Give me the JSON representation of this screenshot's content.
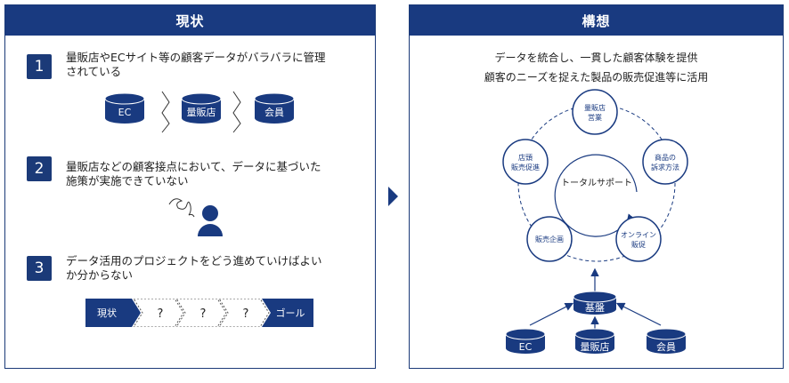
{
  "left": {
    "title": "現状",
    "items": [
      {
        "num": "1",
        "line1": "量販店やECサイト等の顧客データがバラバラに管理",
        "line2": "されている"
      },
      {
        "num": "2",
        "line1": "量販店などの顧客接点において、データに基づいた",
        "line2": "施策が実施できていない"
      },
      {
        "num": "3",
        "line1": "データ活用のプロジェクトをどう進めていけばよい",
        "line2": "か分からない"
      }
    ],
    "silos": [
      "EC",
      "量販店",
      "会員"
    ],
    "steps": [
      "現状",
      "?",
      "?",
      "?",
      "ゴール"
    ]
  },
  "right": {
    "title": "構想",
    "subtitle1": "データを統合し、一貫した顧客体験を提供",
    "subtitle2": "顧客のニーズを捉えた製品の販売促進等に活用",
    "center": "トータルサポート",
    "circles": [
      {
        "l1": "量販店",
        "l2": "営業"
      },
      {
        "l1": "商品の",
        "l2": "訴求方法"
      },
      {
        "l1": "オンライン",
        "l2": "販促"
      },
      {
        "l1": "販売企画",
        "l2": ""
      },
      {
        "l1": "店頭",
        "l2": "販売促進"
      }
    ],
    "base": "基盤",
    "sources": [
      "EC",
      "量販店",
      "会員"
    ]
  },
  "colors": {
    "navy": "#193a80",
    "text": "#222222"
  }
}
